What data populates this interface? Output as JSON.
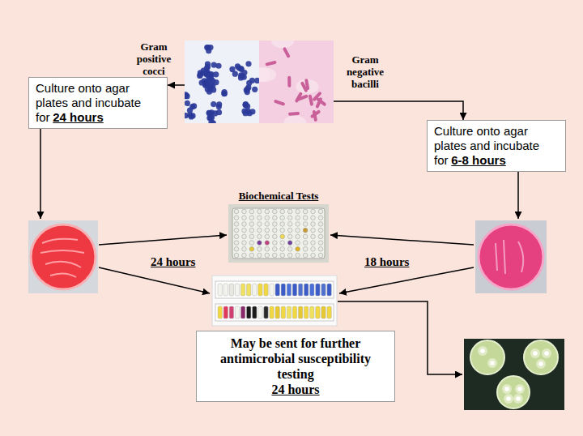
{
  "diagram": {
    "nodes": [
      {
        "text": [
          "Gram positive cocci"
        ]
      },
      {
        "text": [
          "Gram negative bacilli"
        ]
      },
      {
        "text": [
          "Culture onto agar plates and incubate for",
          "24 hours"
        ]
      },
      {
        "text": [
          "Culture onto agar plates and incubate for",
          "6-8 hours"
        ]
      },
      {
        "text": [
          "Biochemical Tests"
        ]
      },
      {
        "text": [
          "May be sent for further antimicrobial susceptibility testing",
          "24 hours"
        ]
      }
    ],
    "edges": [
      {
        "from": 0,
        "to": 2,
        "arrow": "to"
      },
      {
        "from": 1,
        "to": 3,
        "arrow": "to"
      }
    ],
    "labels": [
      "24 hours",
      "18 hours"
    ]
  }
}
